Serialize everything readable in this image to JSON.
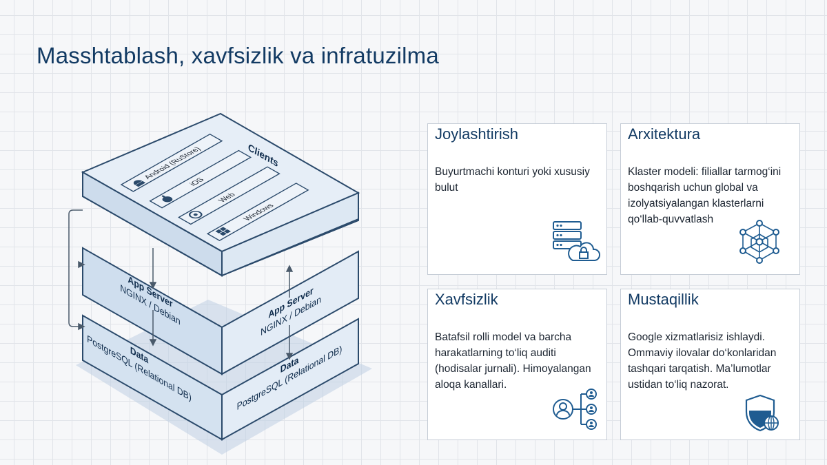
{
  "title": "Masshtablash, xavfsizlik va infratuzilma",
  "diagram": {
    "clients": {
      "title": "Clients",
      "items": [
        {
          "label": "Android (RuStore)",
          "icon": "android-icon"
        },
        {
          "label": "iOS",
          "icon": "apple-icon"
        },
        {
          "label": "Web",
          "icon": "chrome-icon"
        },
        {
          "label": "Windows",
          "icon": "windows-icon"
        }
      ]
    },
    "app_server": {
      "name": "App Server",
      "detail": "NGINX / Debian"
    },
    "data": {
      "name": "Data",
      "detail": "PostgreSQL (Relational DB)"
    }
  },
  "cards": [
    {
      "title": "Joylashtirish",
      "text": "Buyurtmachi konturi yoki xususiy bulut",
      "icon": "server-cloud-lock-icon"
    },
    {
      "title": "Arxitektura",
      "text": "Klaster modeli: filiallar tarmog‘ini boshqarish uchun global va izolyatsiyalangan klasterlarni qo‘llab-quvvatlash",
      "icon": "network-nodes-icon"
    },
    {
      "title": "Xavfsizlik",
      "text": "Batafsil rolli model va barcha harakatlarning to‘liq auditi (hodisalar jurnali). Himoyalangan aloqa kanallari.",
      "icon": "user-roles-icon"
    },
    {
      "title": "Mustaqillik",
      "text": "Google xizmatlarisiz ishlaydi. Ommaviy ilovalar do‘konlaridan tashqari tarqatish. Ma’lumotlar ustidan to‘liq nazorat.",
      "icon": "shield-globe-icon"
    }
  ],
  "colors": {
    "accent": "#123a63",
    "layer_top": "#e4edf6",
    "layer_side": "#d0dfee",
    "stroke": "#2b4a6b"
  }
}
